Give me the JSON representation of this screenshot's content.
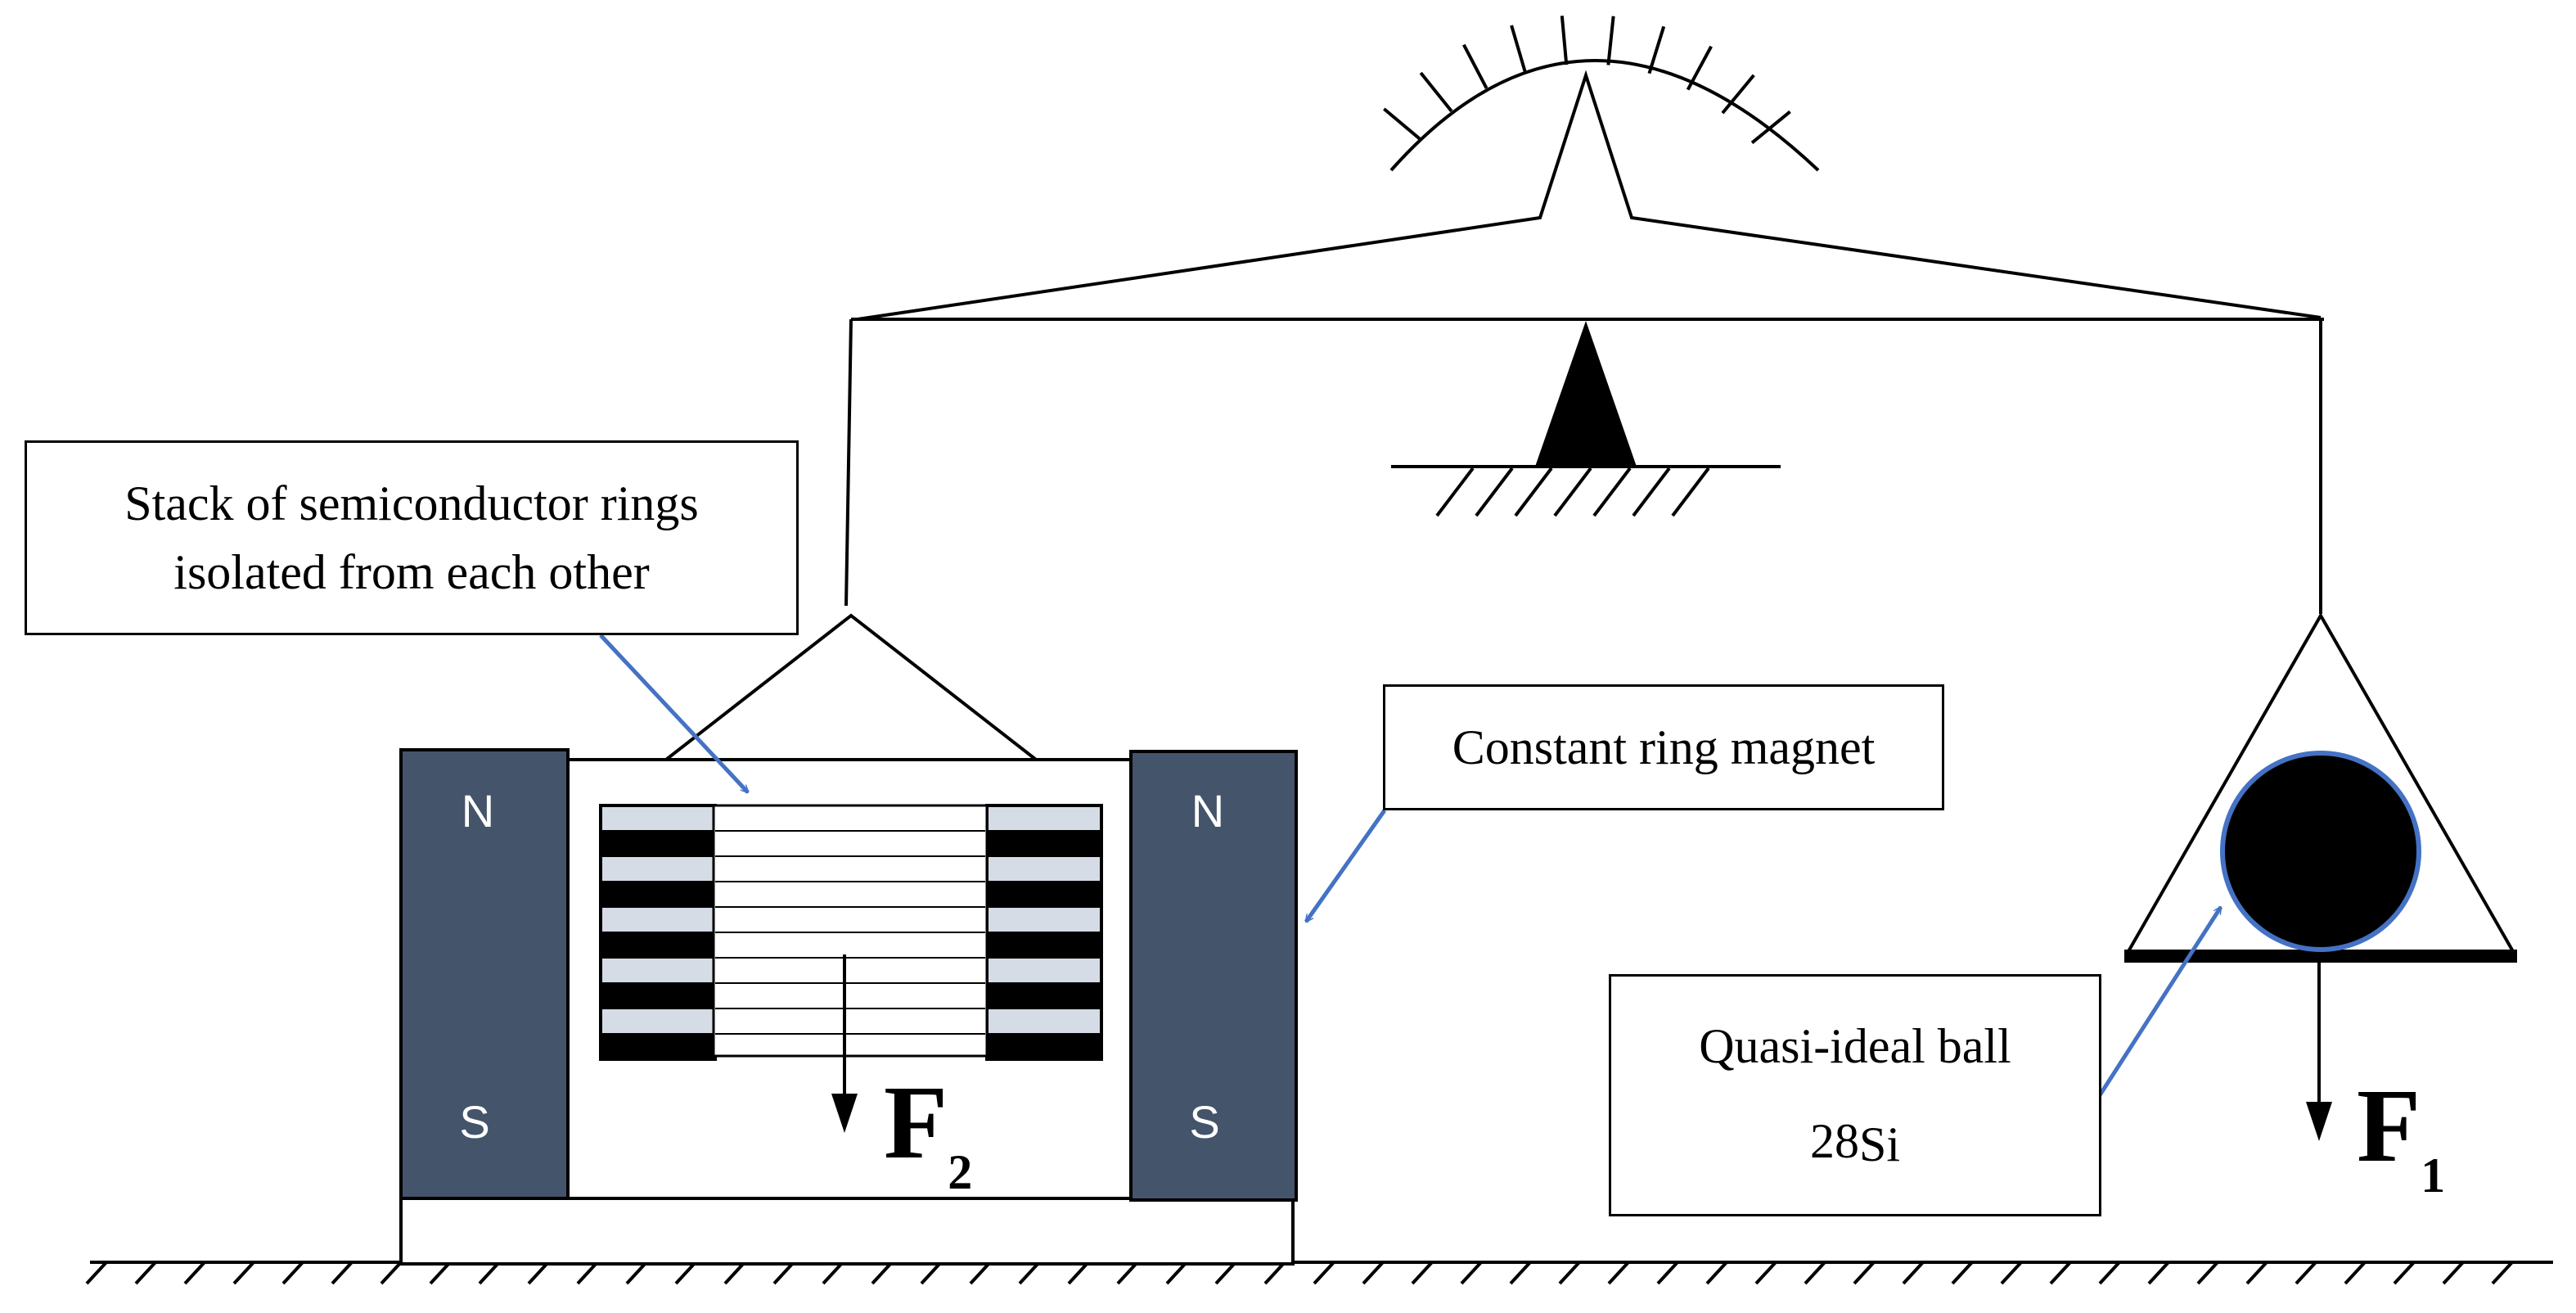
{
  "callouts": {
    "rings": {
      "line1": "Stack of semiconductor rings",
      "line2": "isolated from each other"
    },
    "magnet": {
      "label": "Constant ring magnet"
    },
    "ball": {
      "line1": "Quasi-ideal ball",
      "isotope_mass": "28",
      "element": "Si"
    }
  },
  "magnets": {
    "left": {
      "north": "N",
      "south": "S"
    },
    "right": {
      "north": "N",
      "south": "S"
    }
  },
  "forces": {
    "f2": {
      "symbol": "F",
      "subscript": "2"
    },
    "f1": {
      "symbol": "F",
      "subscript": "1"
    }
  },
  "colors": {
    "magnet_fill": "#44546a",
    "arrow_blue": "#4472c4",
    "ring_light": "#d6dce5",
    "ink": "#000000"
  }
}
